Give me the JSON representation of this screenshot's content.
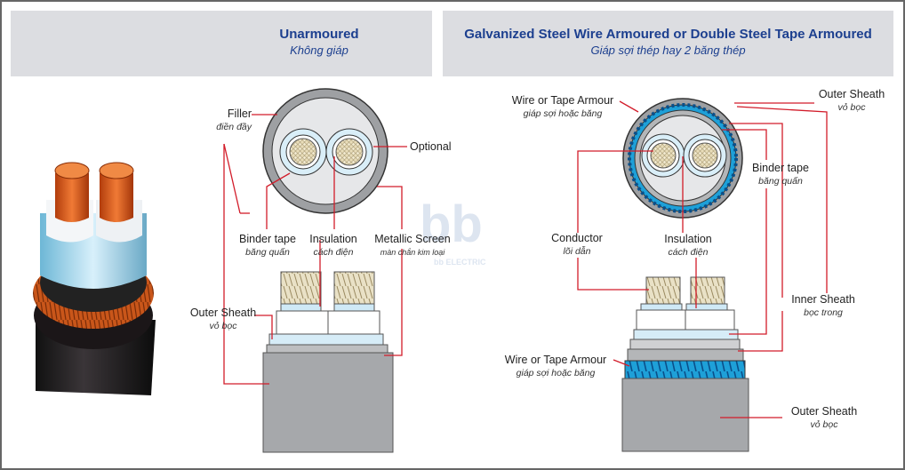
{
  "colors": {
    "header_bg": "#dcdde1",
    "title": "#1c3f8f",
    "leader_line": "#d21c2a",
    "outer_sheath": "#a8a8a8",
    "armour": "#1ea0d8",
    "cable_body": "#2a2a2a",
    "copper": "#e0621b"
  },
  "headers": {
    "left": {
      "title": "Unarmoured",
      "subtitle": "Không giáp"
    },
    "right": {
      "title": "Galvanized Steel Wire Armoured or Double Steel Tape Armoured",
      "subtitle": "Giáp sợi thép hay 2 băng thép"
    }
  },
  "left_labels": {
    "filler": {
      "en": "Filler",
      "vi": "điền đầy"
    },
    "optional": {
      "en": "Optional",
      "vi": ""
    },
    "binder_tape": {
      "en": "Binder tape",
      "vi": "băng quấn"
    },
    "insulation": {
      "en": "Insulation",
      "vi": "cách điện"
    },
    "metallic_screen": {
      "en": "Metallic Screen",
      "vi": "màn chắn kim loại"
    },
    "outer_sheath": {
      "en": "Outer Sheath",
      "vi": "vỏ bọc"
    }
  },
  "right_labels": {
    "wire_armour_top": {
      "en": "Wire or Tape Armour",
      "vi": "giáp sợi hoặc băng"
    },
    "outer_sheath_top": {
      "en": "Outer Sheath",
      "vi": "vỏ bọc"
    },
    "binder_tape": {
      "en": "Binder tape",
      "vi": "băng quấn"
    },
    "conductor": {
      "en": "Conductor",
      "vi": "lõi dẫn"
    },
    "insulation": {
      "en": "Insulation",
      "vi": "cách điện"
    },
    "inner_sheath": {
      "en": "Inner Sheath",
      "vi": "bọc trong"
    },
    "wire_armour_bottom": {
      "en": "Wire or Tape Armour",
      "vi": "giáp sợi hoặc băng"
    },
    "outer_sheath_bottom": {
      "en": "Outer Sheath",
      "vi": "vỏ bọc"
    }
  },
  "watermark": {
    "text": "bb ELECTRIC"
  }
}
